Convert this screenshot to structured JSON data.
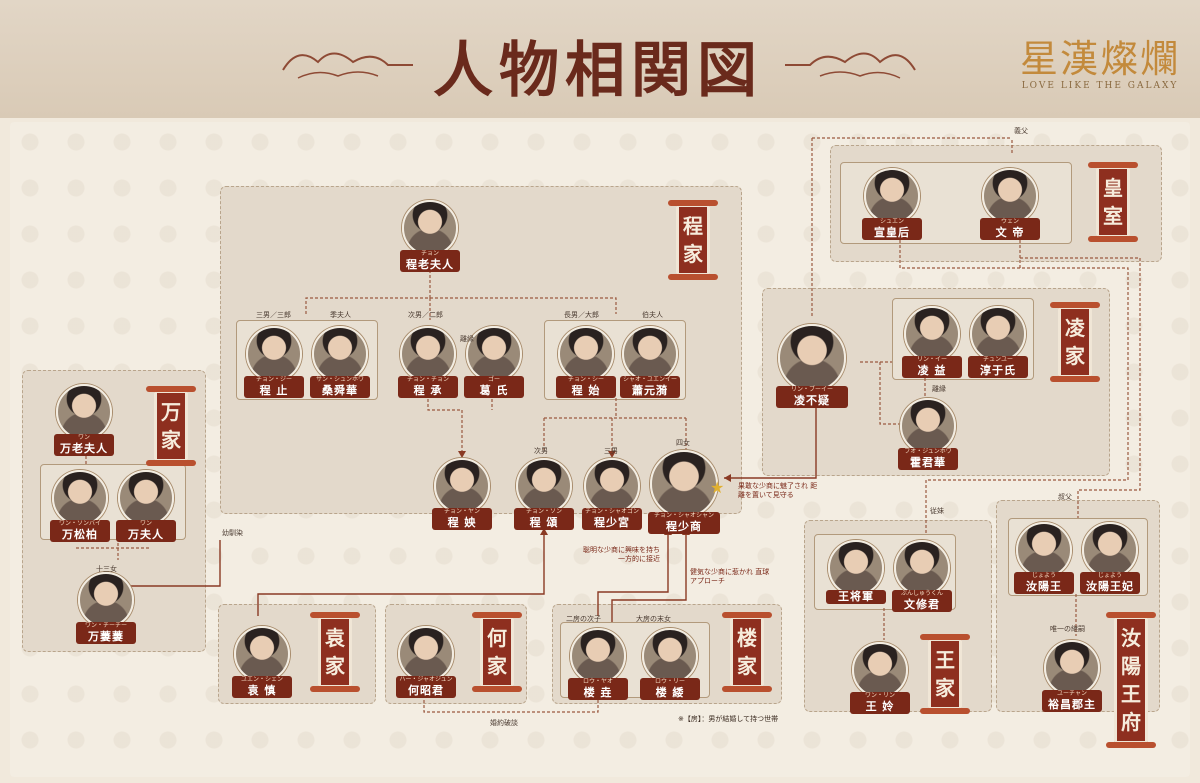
{
  "header": {
    "title": "人物相関図",
    "logo_text": "星漢燦爛",
    "logo_subtitle": "LOVE LIKE THE GALAXY"
  },
  "families": {
    "cheng": "程家",
    "wan": "万家",
    "huangshi": "皇室",
    "ling": "凌家",
    "wang": "王家",
    "ruyang": "汝陽王府",
    "yuan": "袁家",
    "he": "何家",
    "lou": "楼家"
  },
  "characters": {
    "cheng_laofuren": {
      "kana": "チョン",
      "name": "程老夫人"
    },
    "cheng_zhi": {
      "kana": "チョン・ジー",
      "name": "程 止"
    },
    "sang_shunhua": {
      "kana": "サン・シュンホワ",
      "name": "桑舜華"
    },
    "cheng_cheng": {
      "kana": "チョン・チョン",
      "name": "程 承"
    },
    "ge_shi": {
      "kana": "ゴー",
      "name": "葛 氏"
    },
    "cheng_shi": {
      "kana": "チョン・シー",
      "name": "程 始"
    },
    "xiao_yuanyi": {
      "kana": "シャオ・ユエンイー",
      "name": "蕭元漪"
    },
    "cheng_yang": {
      "kana": "チョン・ヤン",
      "name": "程 姎"
    },
    "cheng_song": {
      "kana": "チョン・ソン",
      "name": "程 頌"
    },
    "cheng_shaogong": {
      "kana": "チョン・シャオゴン",
      "name": "程少宮"
    },
    "cheng_shaoshang": {
      "kana": "チョン・シャオシャン",
      "name": "程少商"
    },
    "wan_laofuren": {
      "kana": "ワン",
      "name": "万老夫人"
    },
    "wan_songbai": {
      "kana": "ワン・ソンバイ",
      "name": "万松柏"
    },
    "wan_furen": {
      "kana": "ワン",
      "name": "万夫人"
    },
    "wan_qiqi": {
      "kana": "ワン・チーチー",
      "name": "万萋萋"
    },
    "xuan_huanghou": {
      "kana": "シュエン",
      "name": "宣皇后"
    },
    "wendi": {
      "kana": "ウェン",
      "name": "文 帝"
    },
    "ling_buyi": {
      "kana": "リン・ブーイー",
      "name": "凌不疑"
    },
    "ling_yi": {
      "kana": "リン・イー",
      "name": "凌 益"
    },
    "chunyu_shi": {
      "kana": "チュンユー",
      "name": "淳于氏"
    },
    "huo_junhua": {
      "kana": "フオ・ジュンホワ",
      "name": "霍君華"
    },
    "wang_jiangjun": {
      "kana": "",
      "name": "王将軍"
    },
    "wen_xiujun": {
      "kana": "ぶんしゅうくん",
      "name": "文修君"
    },
    "wang_ling": {
      "kana": "ワン・リン",
      "name": "王 姈"
    },
    "ruyang_wang": {
      "kana": "じょよう",
      "name": "汝陽王"
    },
    "ruyang_wangfei": {
      "kana": "じょよう",
      "name": "汝陽王妃"
    },
    "yuchang_junzhu": {
      "kana": "ユーチャン",
      "name": "裕昌郡主"
    },
    "yuan_shen": {
      "kana": "ユエン・シェン",
      "name": "袁 慎"
    },
    "he_zhaojun": {
      "kana": "ハー・ジャオジュン",
      "name": "何昭君"
    },
    "lou_yao": {
      "kana": "ロウ・ヤオ",
      "name": "楼 垚"
    },
    "lou_li": {
      "kana": "ロウ・リー",
      "name": "楼 緌"
    }
  },
  "roles": {
    "sannan": "三男／三郎",
    "jifuren": "季夫人",
    "cinan": "次男／二郎",
    "rien": "離縁",
    "zhangnan": "長男／大郎",
    "bofuren": "伯夫人",
    "cinan2": "次男",
    "sannan2": "三男",
    "sijo": "四女",
    "gifu": "義父",
    "rien2": "離縁",
    "itoko": "従妹",
    "shuku": "叔父",
    "yuiitsu": "唯一の継嗣",
    "jusanjo": "十三女",
    "fang_cizi": "二房の次子",
    "dafang_mojo": "大房の末女"
  },
  "notes": {
    "ling_shao": "果敢な少商に魅了され 距離を置いて見守る",
    "yuan_shao": "聡明な少商に興味を持ち 一方的に接近",
    "lou_shao": "健気な少商に惹かれ 直球アプローチ",
    "osananajimi": "幼馴染",
    "konyaku": "婚約破談",
    "footnote": "※【房】：男が結婚して持つ世帯"
  }
}
